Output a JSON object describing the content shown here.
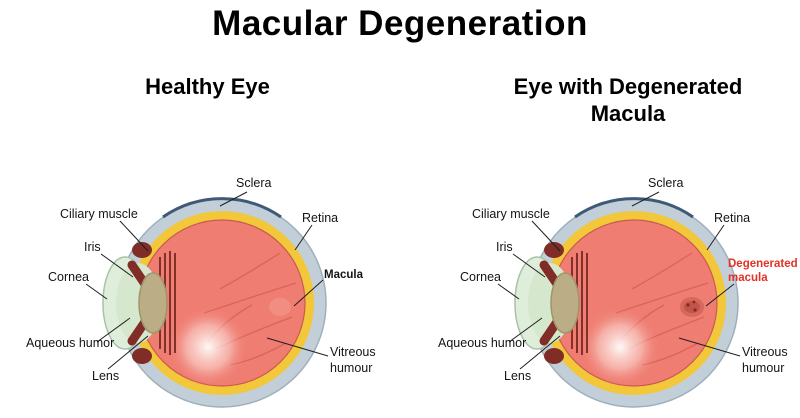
{
  "title": "Macular Degeneration",
  "panels": {
    "healthy": {
      "heading": "Healthy Eye",
      "labels": {
        "sclera": "Sclera",
        "ciliary_muscle": "Ciliary muscle",
        "iris": "Iris",
        "cornea": "Cornea",
        "aqueous_humor": "Aqueous humor",
        "lens": "Lens",
        "retina": "Retina",
        "macula": "Macula",
        "vitreous_humour": "Vitreous humour"
      }
    },
    "degenerated": {
      "heading": "Eye with Degenerated Macula",
      "labels": {
        "sclera": "Sclera",
        "ciliary_muscle": "Ciliary muscle",
        "iris": "Iris",
        "cornea": "Cornea",
        "aqueous_humor": "Aqueous humor",
        "lens": "Lens",
        "retina": "Retina",
        "macula": "Degenerated macula",
        "vitreous_humour": "Vitreous humour"
      }
    }
  },
  "colors": {
    "degenerated_macula_label": "#e23226",
    "sclera": "#c2cfd8",
    "choroid": "#f3c73a",
    "vitreous": "#ef7d72",
    "iris": "#7f2d26",
    "lens": "#bbae86",
    "cornea": "#dfeeda"
  }
}
